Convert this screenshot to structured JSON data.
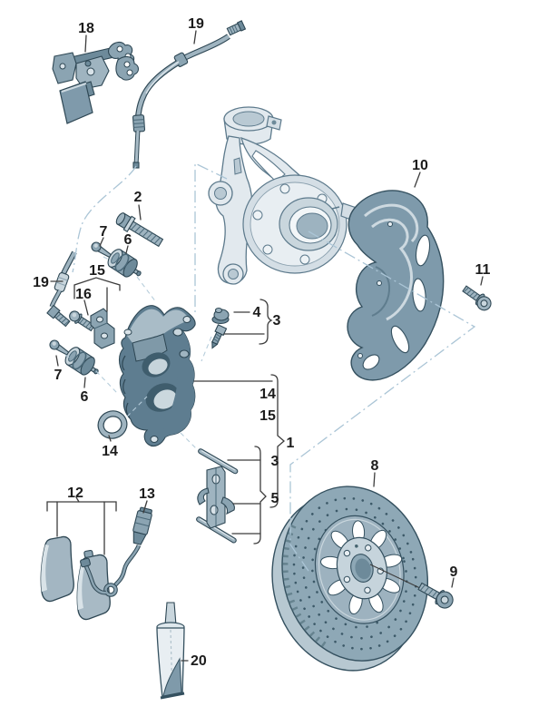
{
  "diagram": {
    "kind": "exploded-parts-diagram",
    "subject": "front-brake-assembly",
    "background": "#ffffff",
    "colors": {
      "part_light": "#e2e9ee",
      "part_mid": "#9fb4c0",
      "part_dark": "#6d8a9a",
      "construction_line": "#abc5d6",
      "label_text": "#1c1c1c",
      "leader_line": "#3c3c3c"
    }
  },
  "callouts": [
    {
      "label": "18"
    },
    {
      "label": "19"
    },
    {
      "label": "2"
    },
    {
      "label": "7"
    },
    {
      "label": "6"
    },
    {
      "label": "15"
    },
    {
      "label": "19"
    },
    {
      "label": "16"
    },
    {
      "label": "4"
    },
    {
      "label": "3"
    },
    {
      "label": "7"
    },
    {
      "label": "6"
    },
    {
      "label": "14"
    },
    {
      "label": "14"
    },
    {
      "label": "15"
    },
    {
      "label": "1"
    },
    {
      "label": "3"
    },
    {
      "label": "5"
    },
    {
      "label": "10"
    },
    {
      "label": "11"
    },
    {
      "label": "8"
    },
    {
      "label": "9"
    },
    {
      "label": "12"
    },
    {
      "label": "13"
    },
    {
      "label": "20"
    }
  ]
}
